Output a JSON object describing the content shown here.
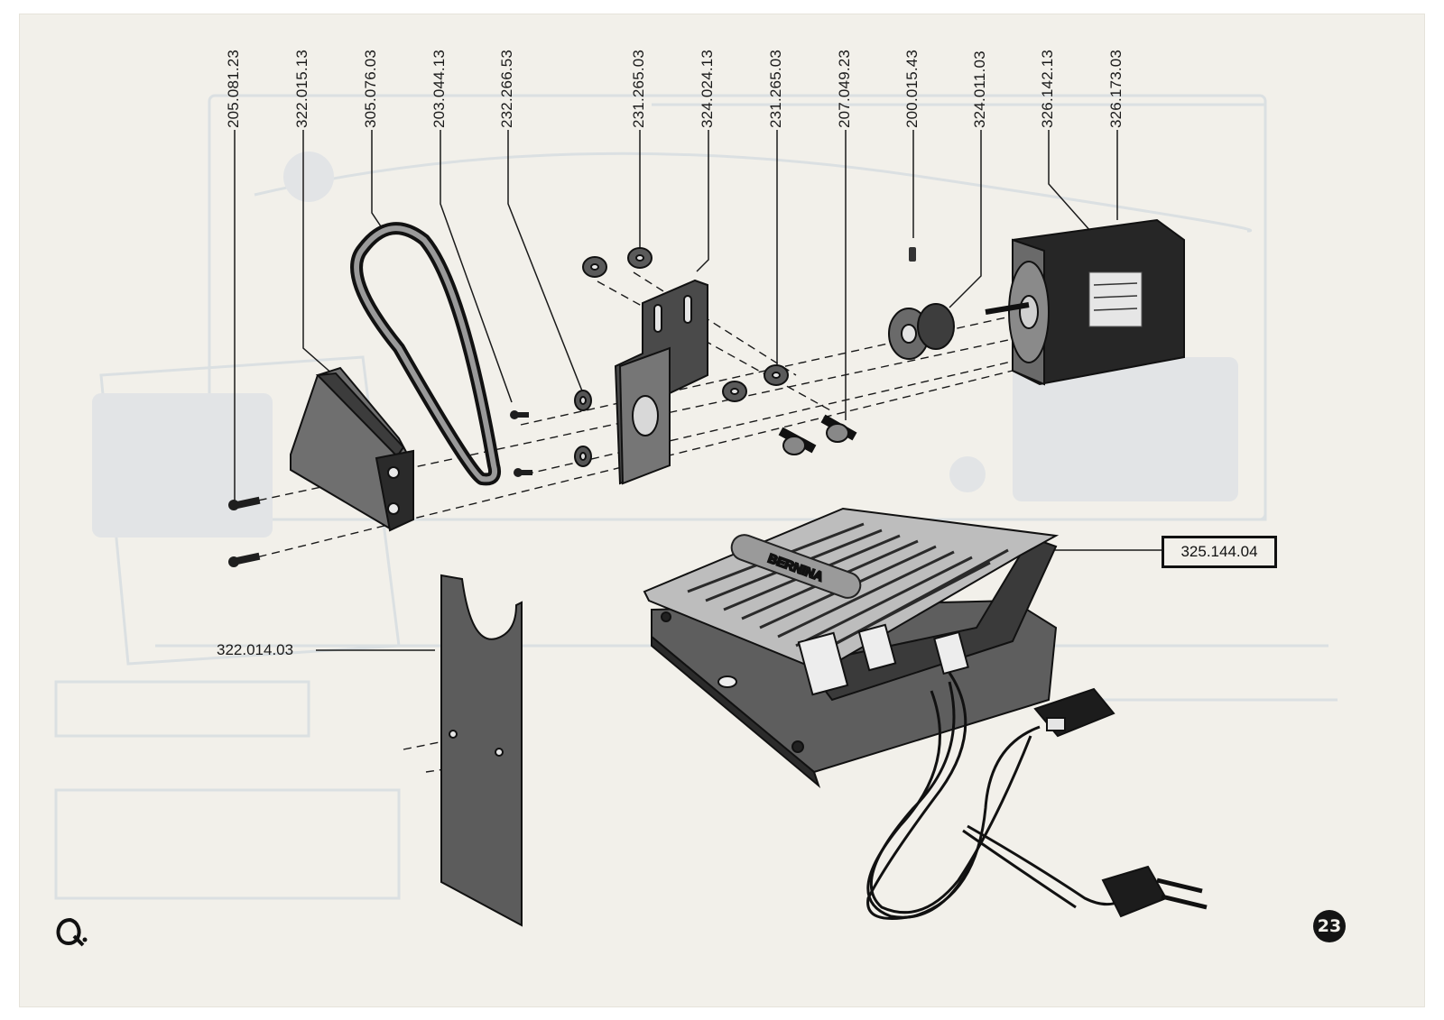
{
  "part_labels": {
    "top": [
      "205.081.23",
      "322.015.13",
      "305.076.03",
      "203.044.13",
      "232.266.53",
      "231.265.03",
      "324.024.13",
      "231.265.03",
      "207.049.23",
      "200.015.43",
      "324.011.03",
      "326.142.13",
      "326.173.03"
    ],
    "side": "322.014.03",
    "boxed": "325.144.04"
  },
  "foot_control": {
    "pedal_brand": "BERNINA"
  },
  "page_number": "23",
  "colors": {
    "paper": "#f2f0ea",
    "ink": "#141414",
    "ghost": "#c9d3dd"
  }
}
